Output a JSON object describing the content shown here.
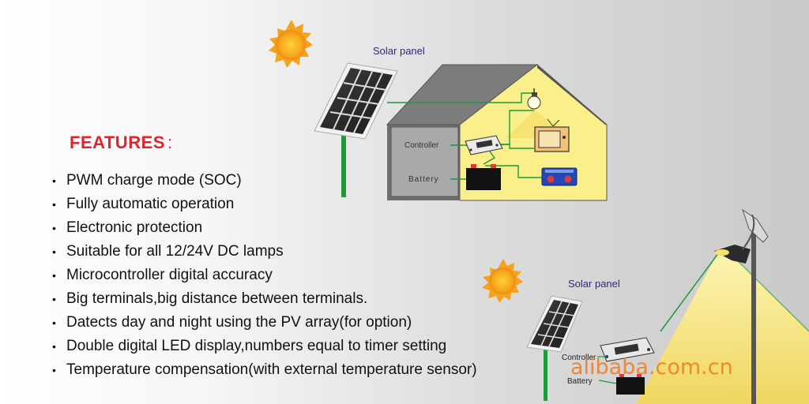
{
  "features": {
    "title": "FEATURES",
    "colon": ":",
    "items": [
      "PWM  charge  mode (SOC)",
      "Fully automatic operation",
      "Electronic protection",
      "Suitable for all 12/24V DC lamps",
      "Microcontroller digital accuracy",
      "Big terminals,big distance between terminals.",
      "Datects day and night using the PV array(for option)",
      "Double digital LED display,numbers equal to timer setting",
      "Temperature compensation(with external temperature sensor)"
    ]
  },
  "house_diagram": {
    "solar_panel_label": "Solar panel",
    "controller_label": "Controller",
    "battery_label": "Battery"
  },
  "street_light_diagram": {
    "solar_panel_label": "Solar panel",
    "controller_label": "Controller",
    "battery_label": "Battery"
  },
  "watermark": "alibaba.com.cn",
  "colors": {
    "title_red": "#e0242b",
    "sun_orange": "#f39a1c",
    "wire_green": "#1e9a3a",
    "light_yellow": "#f5e27a",
    "label_blue": "#2a2a7a",
    "watermark_orange": "#f07a1e"
  }
}
